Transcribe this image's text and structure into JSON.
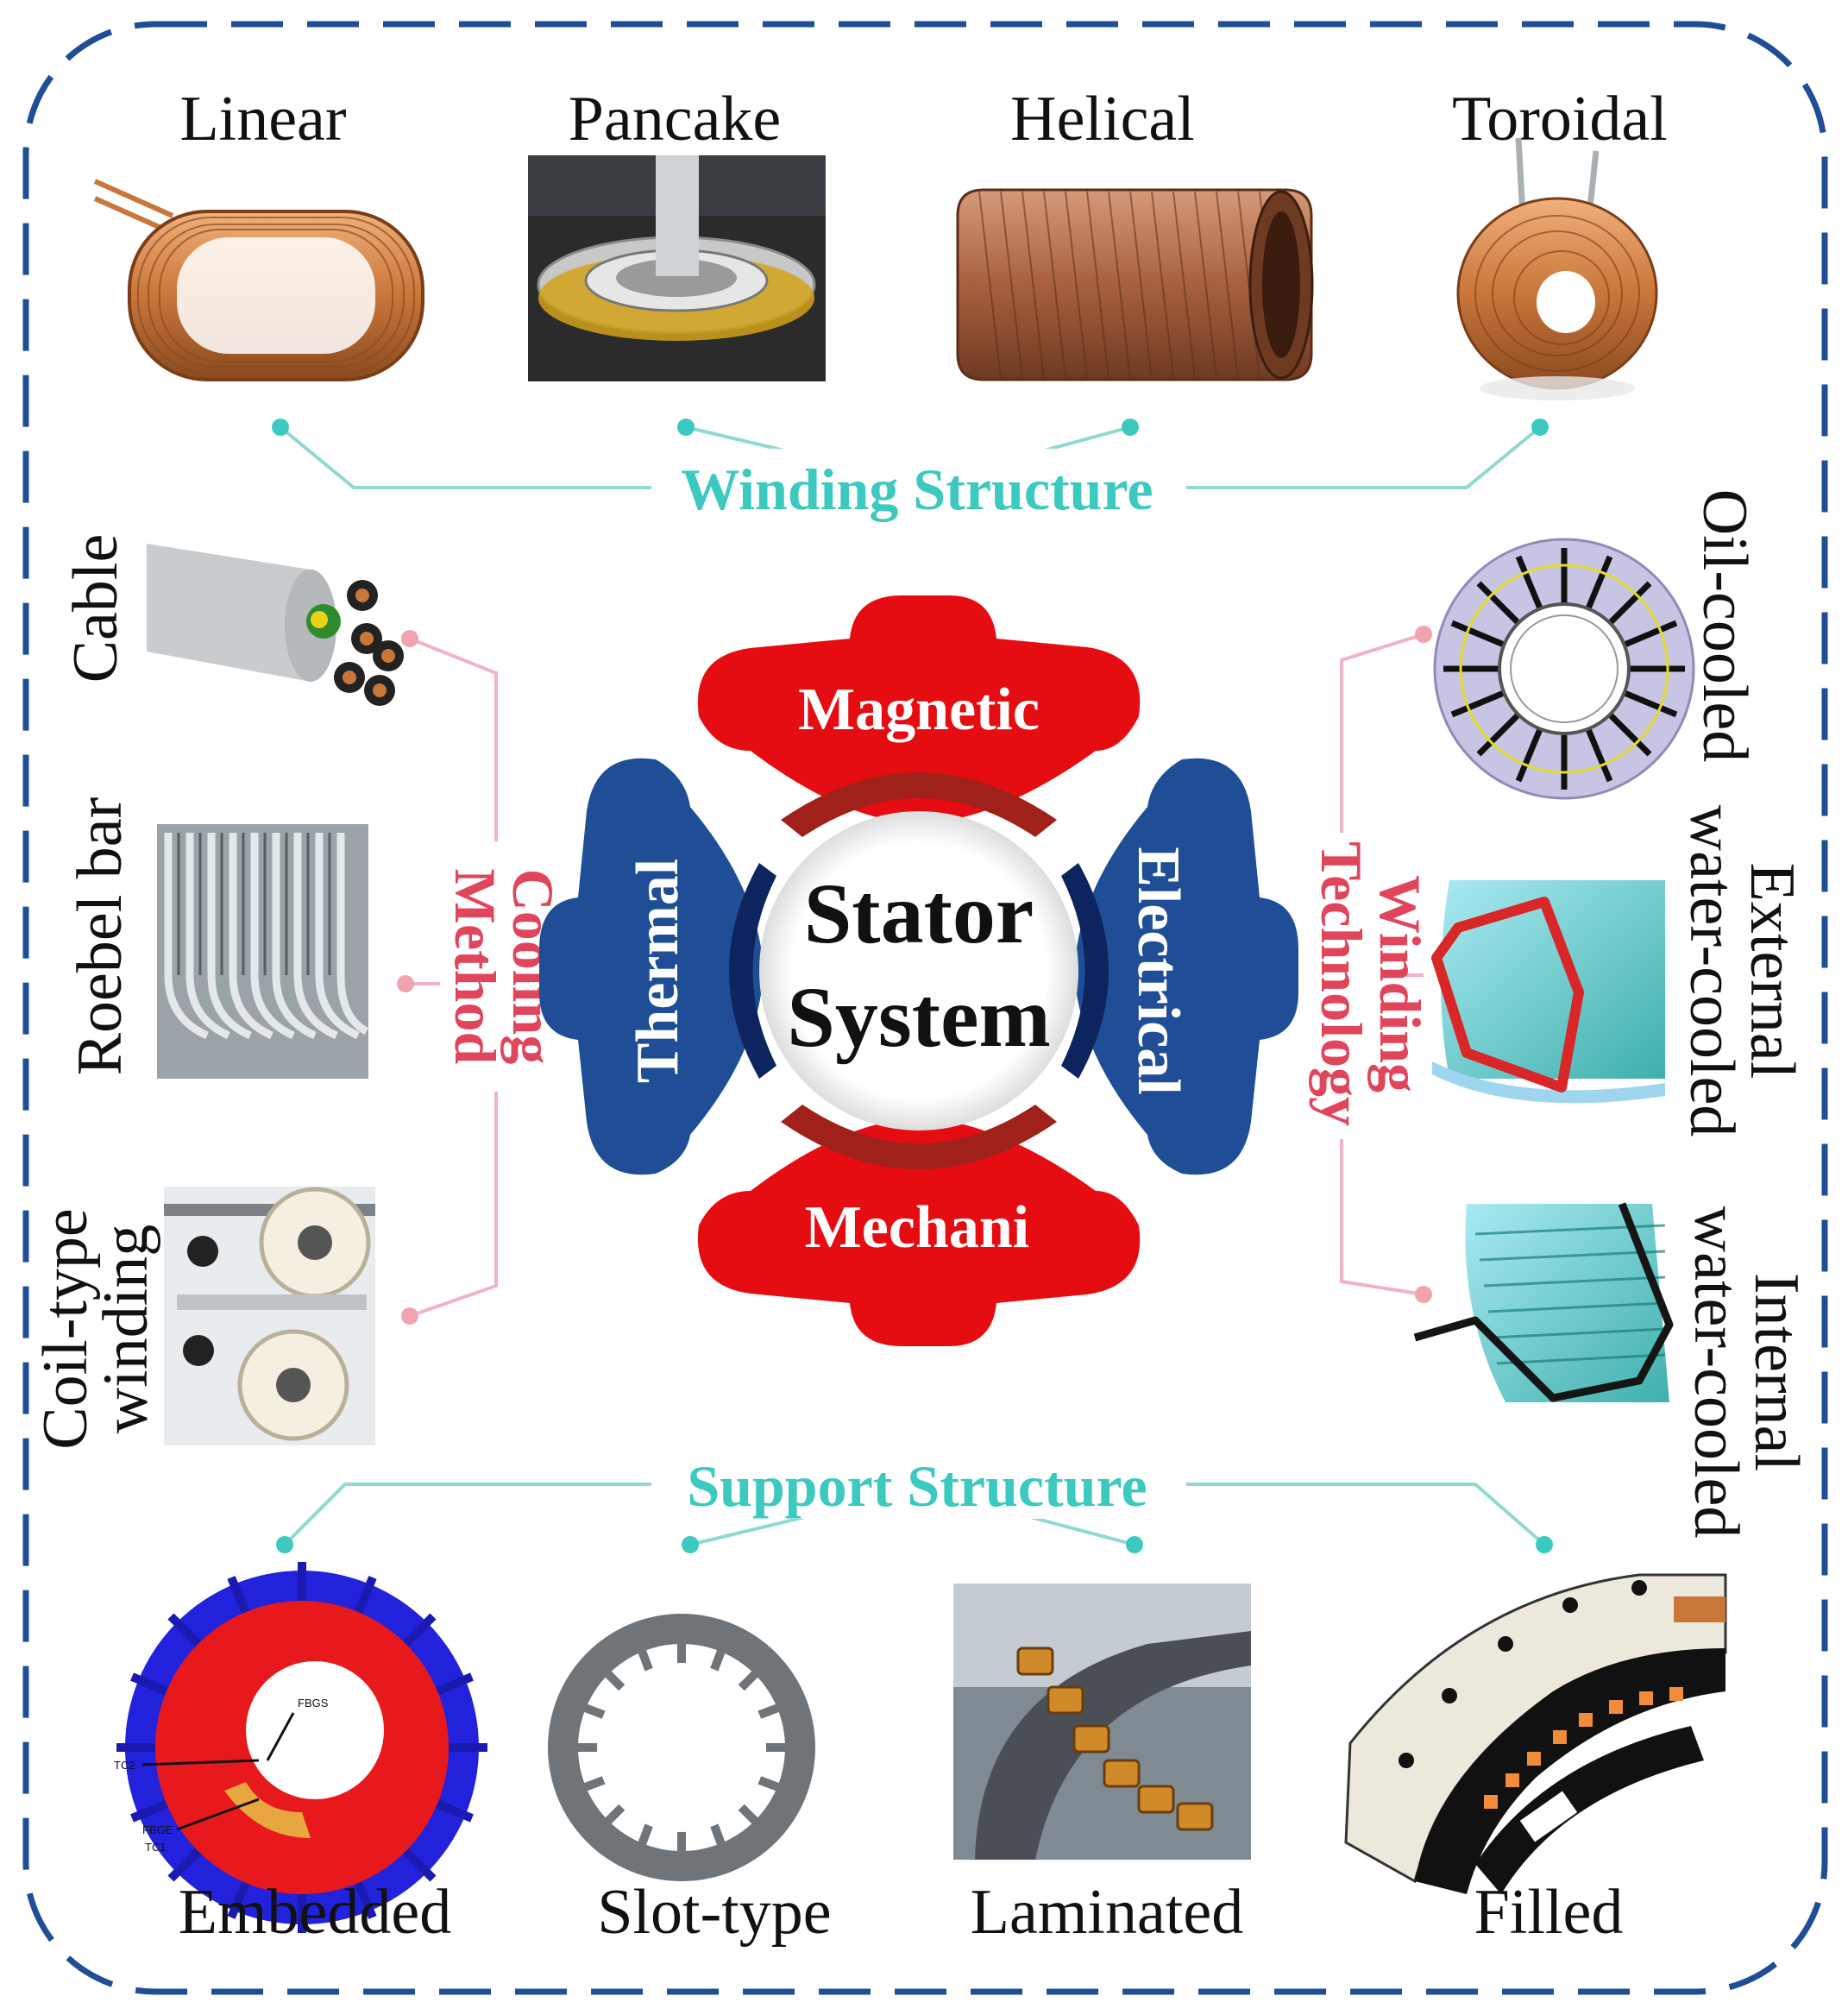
{
  "colors": {
    "border": "#1f4e96",
    "teal": "#3cc9bf",
    "pink": "#e0455c",
    "red_gear": "#e60d12",
    "blue_gear": "#1f4e96",
    "copper": "#c9783c"
  },
  "center": {
    "line1": "Stator",
    "line2": "System"
  },
  "gear": {
    "top": "Magnetic",
    "bottom": "Mechani",
    "left": "Thermal",
    "right": "Electrical"
  },
  "groups": {
    "winding_structure": {
      "title": "Winding Structure",
      "items": [
        "Linear",
        "Pancake",
        "Helical",
        "Toroidal"
      ]
    },
    "support_structure": {
      "title": "Support Structure",
      "items": [
        "Embedded",
        "Slot-type",
        "Laminated",
        "Filled"
      ]
    },
    "cooling_method": {
      "title_line1": "Cooling",
      "title_line2": "Method",
      "items": [
        "Cable",
        "Roebel bar"
      ],
      "item3_line1": "Coil-type",
      "item3_line2": "winding"
    },
    "winding_technology": {
      "title_line1": "Winding",
      "title_line2": "Technology",
      "item1": "Oil-cooled",
      "item2_line1": "External",
      "item2_line2": "water-cooled",
      "item3_line1": "Internal",
      "item3_line2": "water-cooled"
    }
  },
  "image_annotations": {
    "fbgs": "FBGS",
    "tc2": "TC2",
    "fbge": "FBGE",
    "tc1": "TC1"
  }
}
